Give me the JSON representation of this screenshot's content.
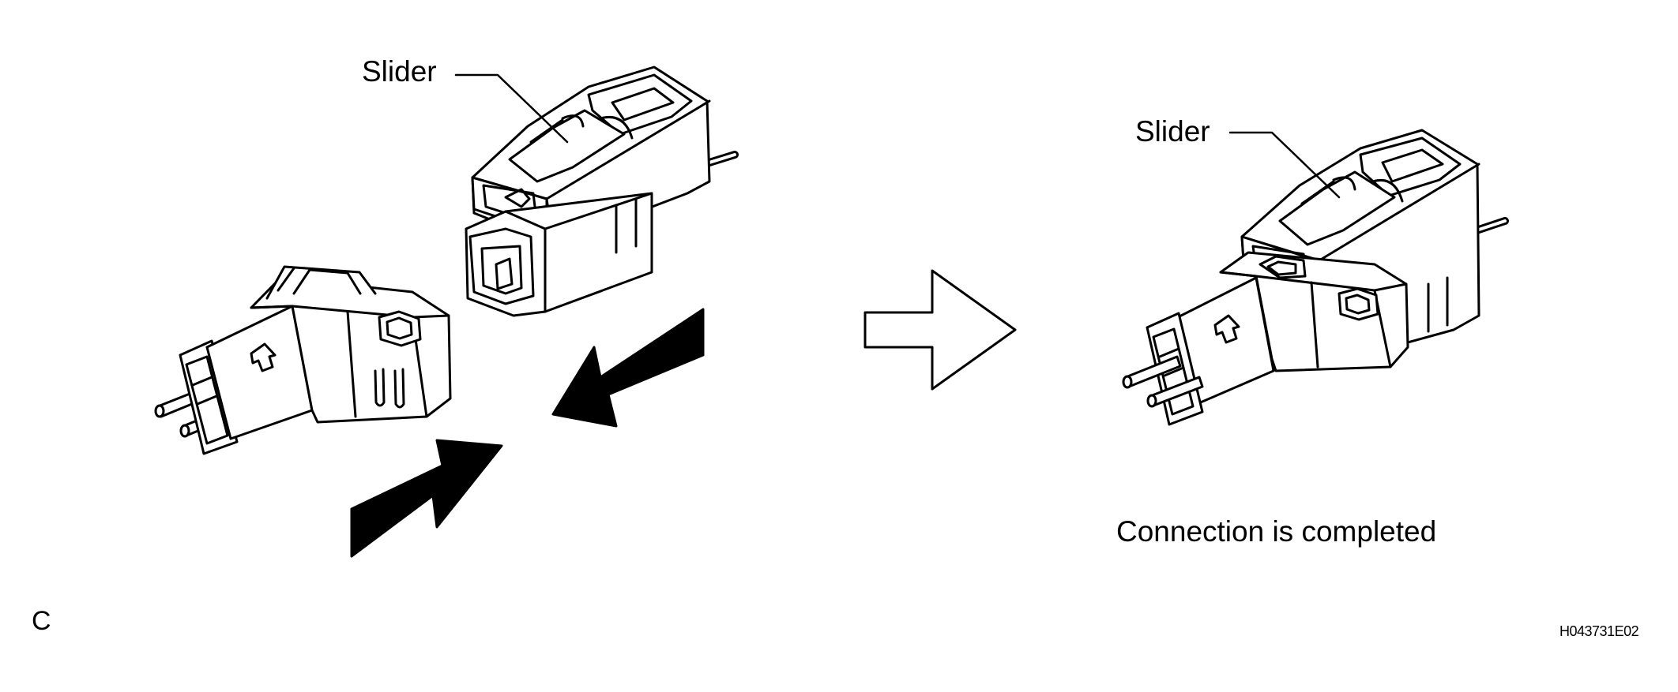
{
  "labels": {
    "slider_left": "Slider",
    "slider_right": "Slider",
    "caption": "Connection is completed",
    "panel_letter": "C",
    "figure_code": "H043731E02"
  },
  "icons": {
    "insert_arrow_left": "solid-arrow-icon",
    "insert_arrow_right": "solid-arrow-icon",
    "result_arrow": "hollow-arrow-icon"
  },
  "colors": {
    "line": "#000000",
    "fill": "#ffffff"
  }
}
